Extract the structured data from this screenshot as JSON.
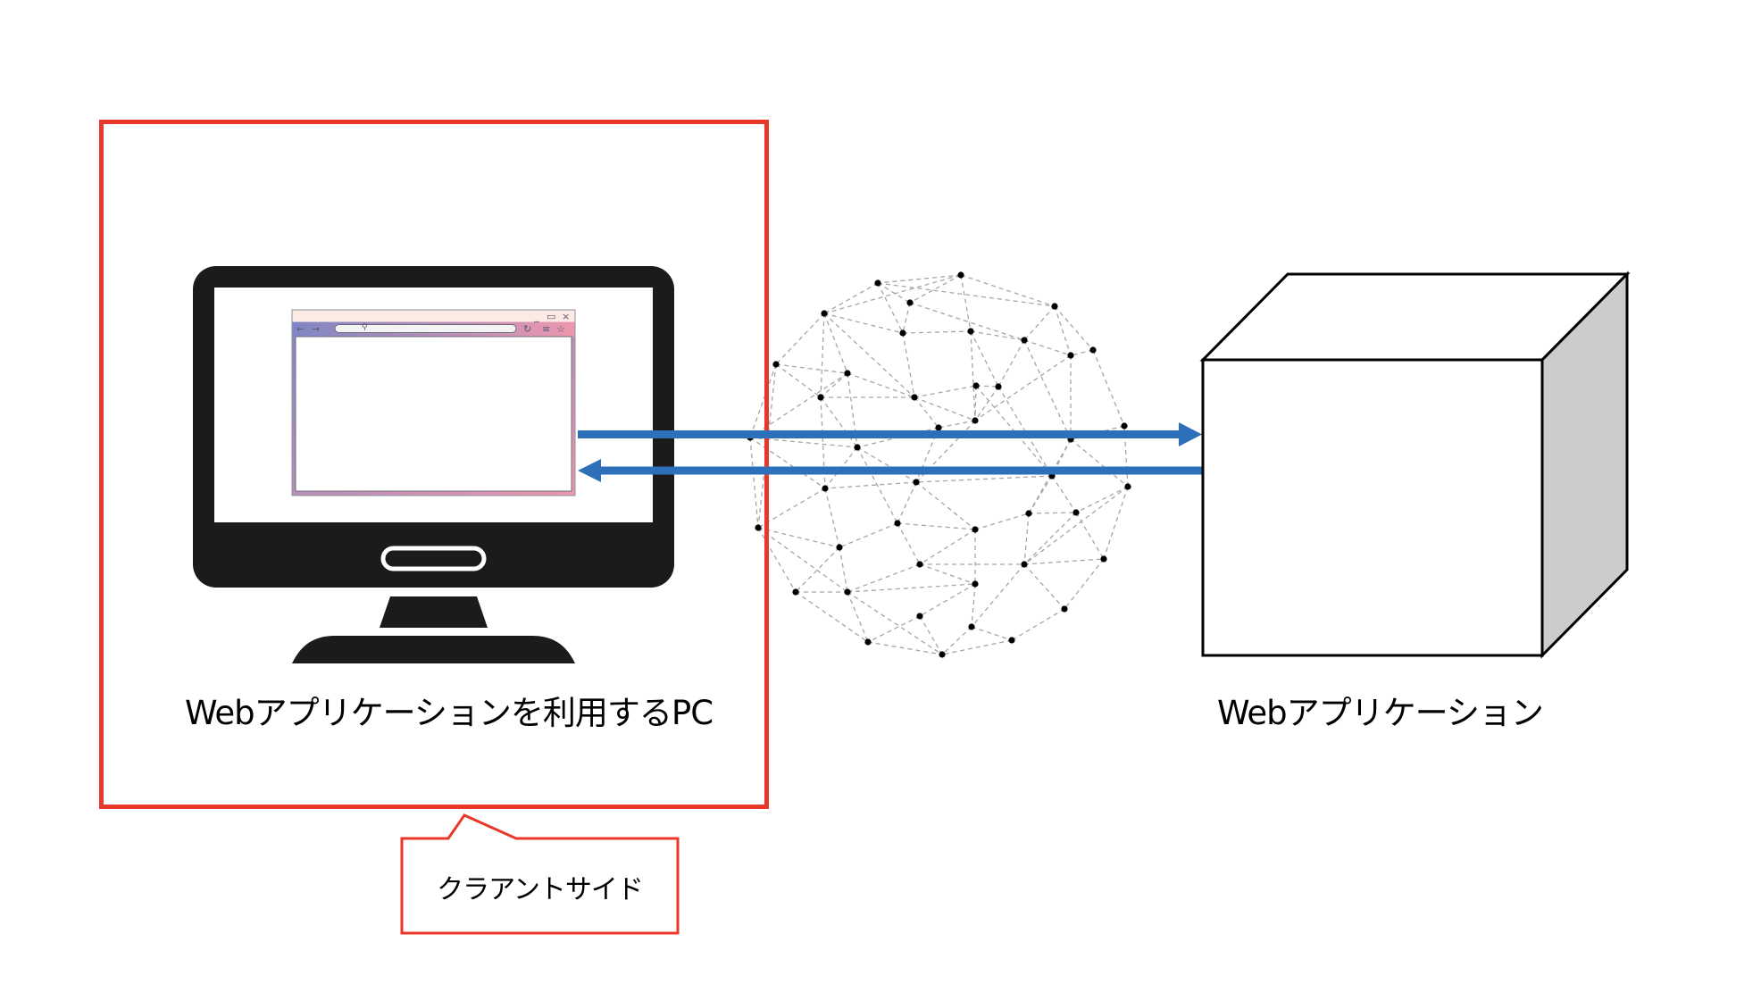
{
  "diagram": {
    "client_box": {
      "label": "Webアプリケーションを利用するPC",
      "border_color": "#E8382A"
    },
    "callout": {
      "label": "クラアントサイド",
      "border_color": "#E8382A"
    },
    "server": {
      "label": "Webアプリケーション",
      "side_fill": "#CCCCCC"
    },
    "arrows": {
      "color": "#2E6FBA",
      "request": {
        "direction": "client-to-server"
      },
      "response": {
        "direction": "server-to-client"
      }
    },
    "network": {
      "kind": "internet-mesh",
      "node_color": "#000000",
      "edge_color": "#A6A6A6"
    },
    "monitor": {
      "color": "#1C1A1B",
      "browser": {
        "titlebar_color": "#FCEAE4",
        "toolbar_gradient": [
          "#7F86C5",
          "#EC97AE"
        ],
        "controls": {
          "minimize": "_",
          "maximize": "▭",
          "close": "×"
        },
        "toolbar": {
          "back": "←",
          "forward": "→",
          "search": "⚲",
          "reload": "↻",
          "menu": "≡",
          "bookmark": "☆"
        }
      }
    }
  }
}
